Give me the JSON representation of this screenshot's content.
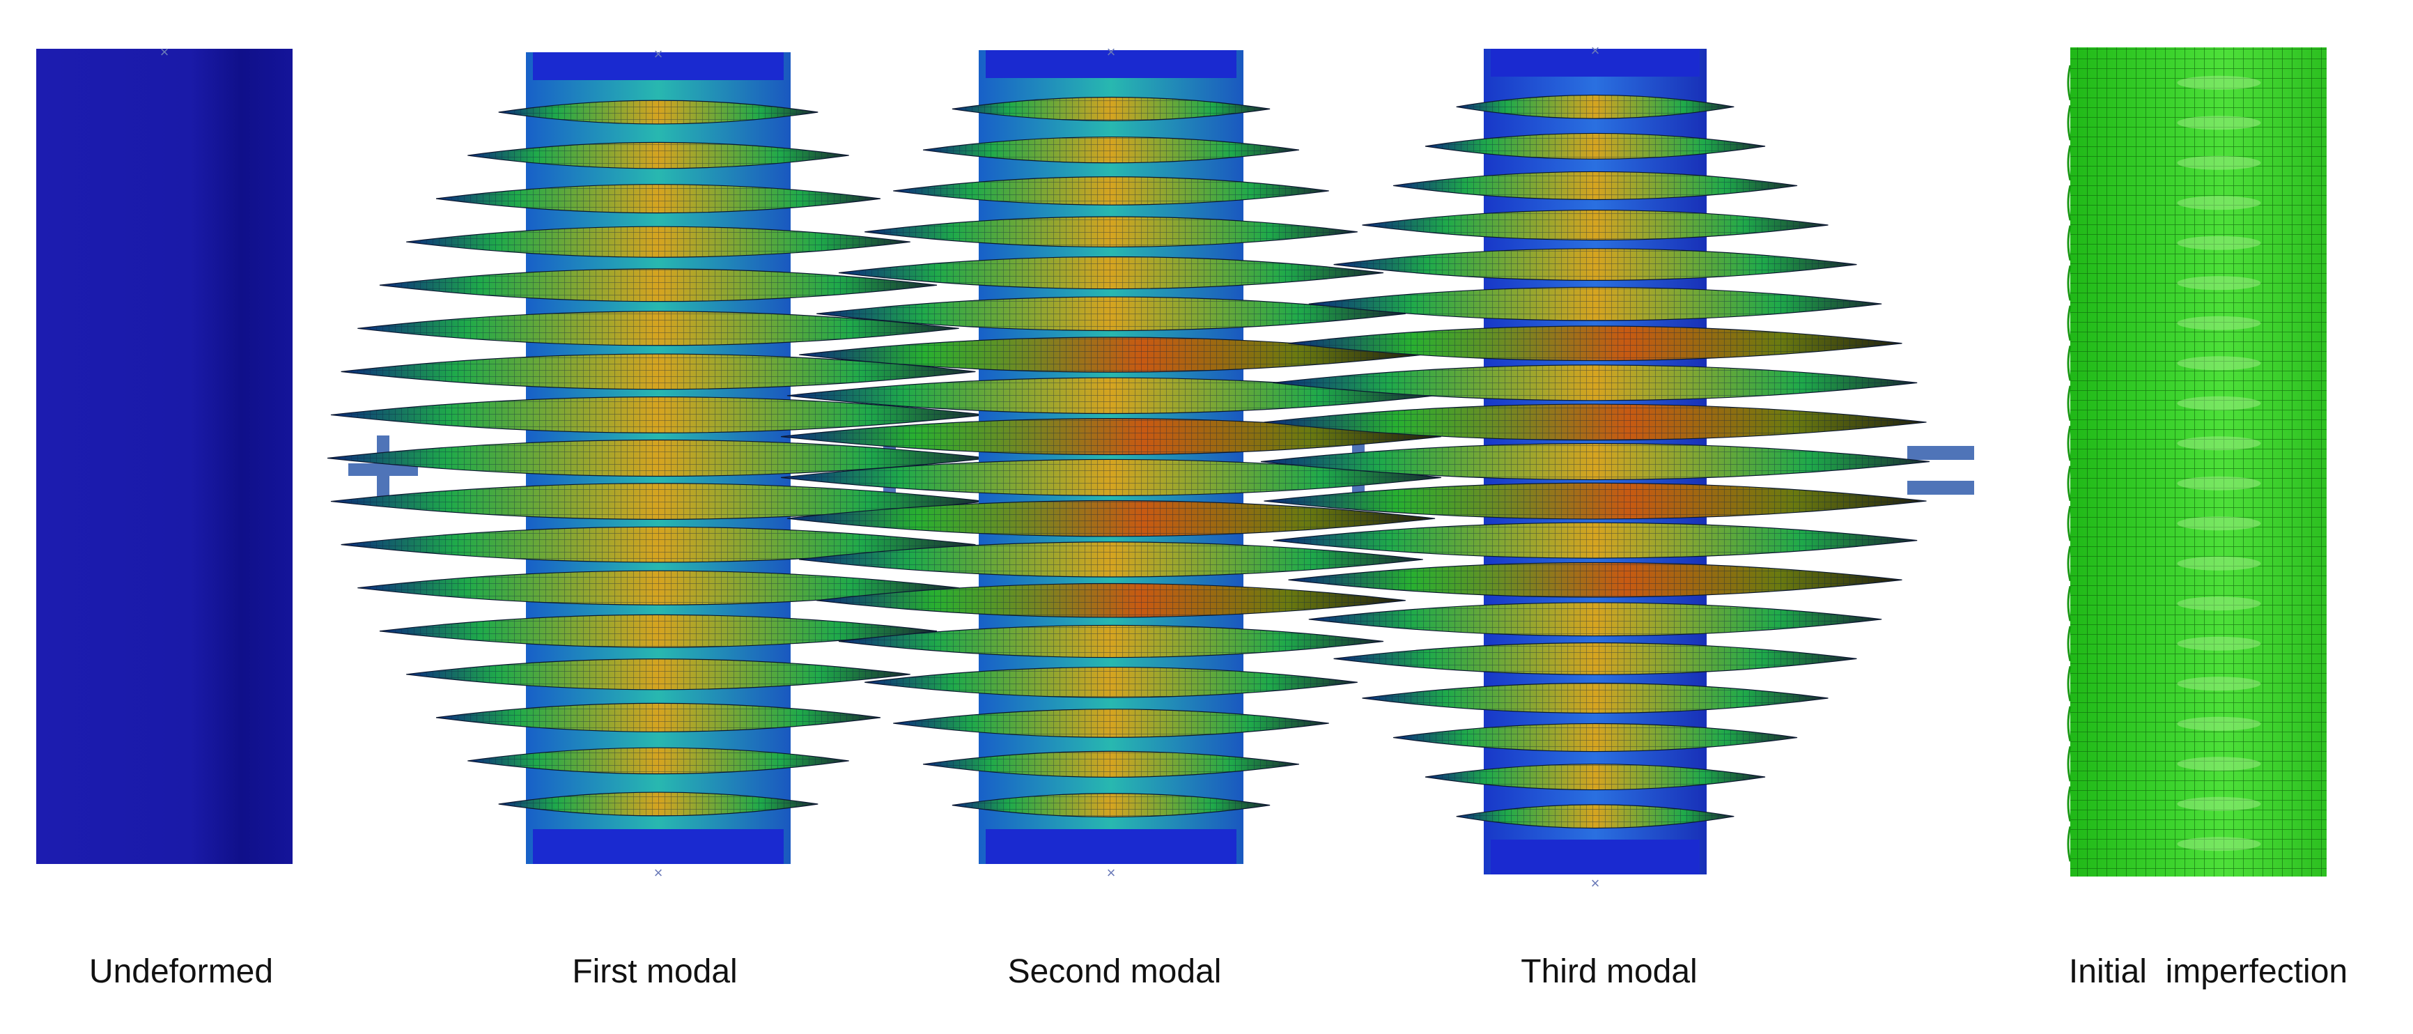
{
  "panels": [
    {
      "id": "undeformed",
      "caption": "Undeformed",
      "style": "solid-blue"
    },
    {
      "id": "first",
      "caption": "First modal",
      "style": "buckled",
      "folds": 17
    },
    {
      "id": "second",
      "caption": "Second modal",
      "style": "buckled",
      "folds": 18
    },
    {
      "id": "third",
      "caption": "Third modal",
      "style": "buckled",
      "folds": 19
    },
    {
      "id": "initial",
      "caption": "Initial  imperfection",
      "style": "solid-green"
    }
  ],
  "operators": [
    {
      "symbol": "plus",
      "between": "undeformed-first"
    },
    {
      "symbol": "plus",
      "between": "first-second"
    },
    {
      "symbol": "plus",
      "between": "second-third"
    },
    {
      "symbol": "equals",
      "between": "third-initial"
    }
  ],
  "colors": {
    "undeformed": "#1a1aa8",
    "initial_mesh": "#33cc22",
    "operator": "#4f74b8",
    "contour_low": "#1030c8",
    "contour_mid": "#20c040",
    "contour_high": "#d05010"
  }
}
